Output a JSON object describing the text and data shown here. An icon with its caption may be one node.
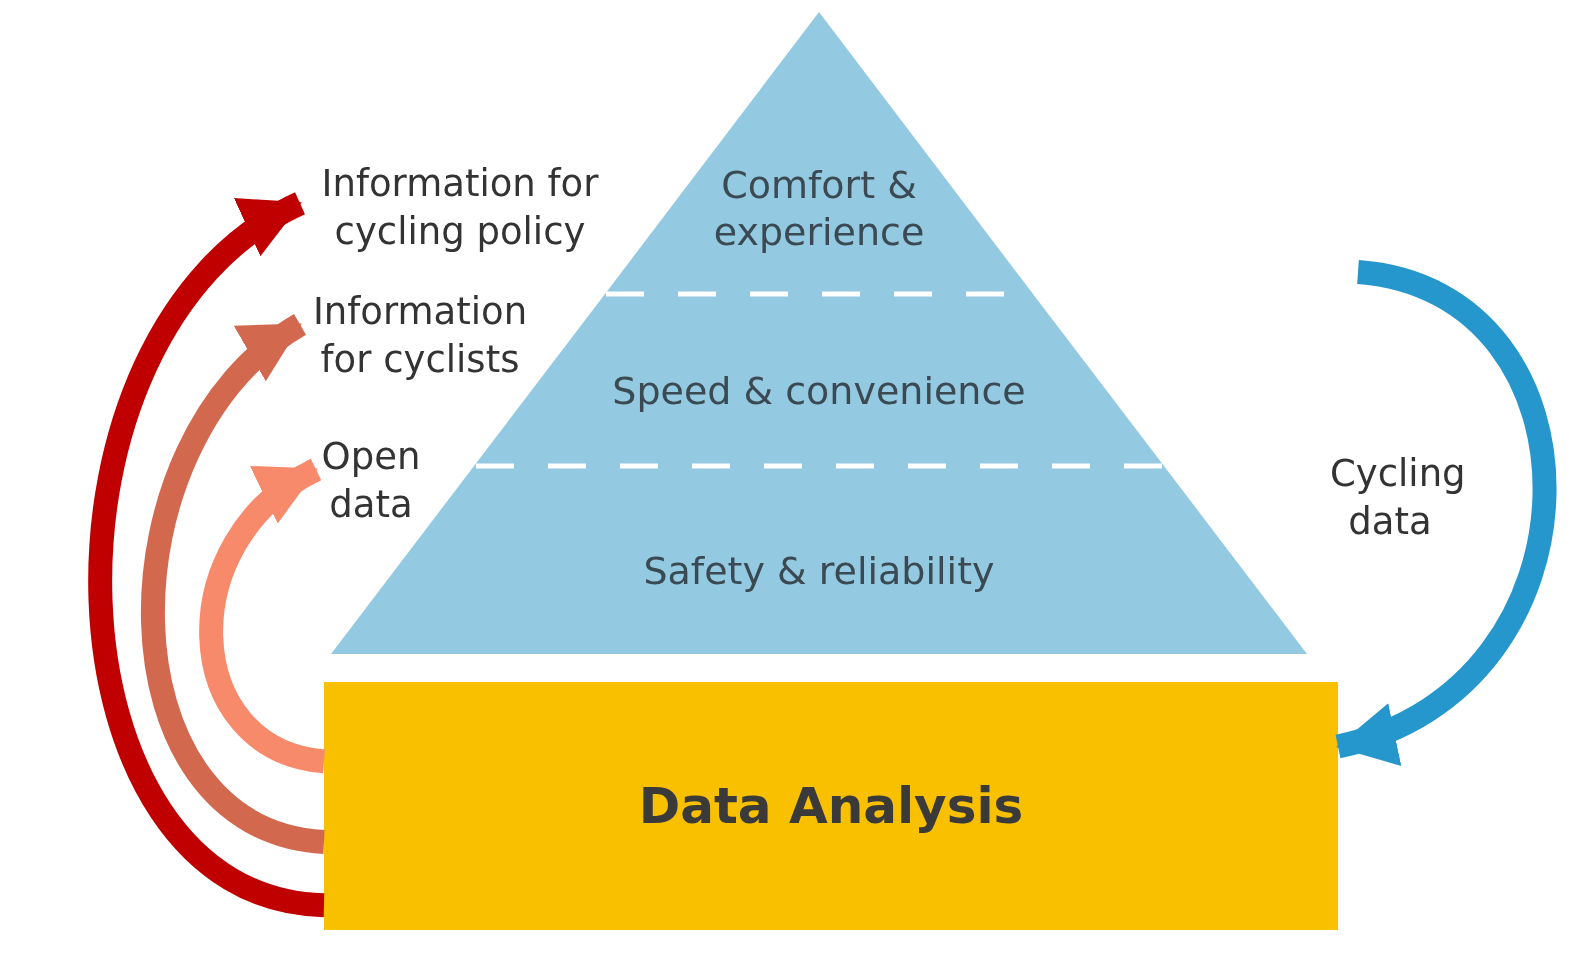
{
  "diagram": {
    "nodes": [
      {
        "text": [
          "Comfort & experience"
        ]
      },
      {
        "text": [
          "Speed & convenience"
        ]
      },
      {
        "text": [
          "Safety & reliability"
        ]
      },
      {
        "text": [
          "Information for cycling policy"
        ]
      },
      {
        "text": [
          "Information for cyclists"
        ]
      },
      {
        "text": [
          "Open data"
        ]
      },
      {
        "text": [
          "Data Analysis"
        ]
      }
    ],
    "edges": [
      {
        "from": 6,
        "to": 3,
        "arrow": "to",
        "color": "#c00000"
      },
      {
        "from": 6,
        "to": 4,
        "arrow": "to",
        "color": "#d2694f"
      },
      {
        "from": 6,
        "to": 5,
        "arrow": "to",
        "color": "#f88a6c"
      },
      {
        "from": null,
        "to": 6,
        "arrow": "to",
        "label": "Cycling data",
        "color": "#2597cd"
      }
    ]
  }
}
